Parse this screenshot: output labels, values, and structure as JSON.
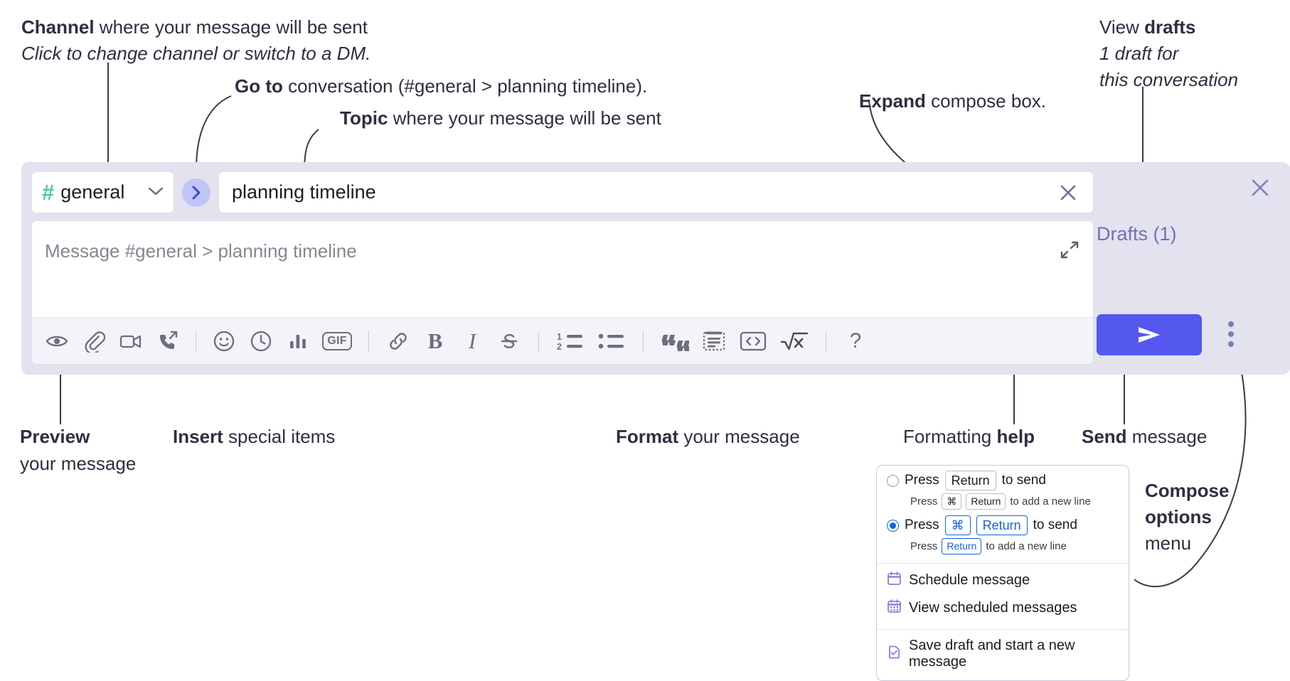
{
  "annotations": {
    "channel": {
      "bold": "Channel",
      "rest": " where your message will be sent",
      "italic": "Click to change channel or switch to a DM."
    },
    "goto": {
      "bold": "Go to",
      "rest": " conversation (#general > planning timeline)."
    },
    "topic": {
      "bold": "Topic",
      "rest": " where your message will be sent"
    },
    "expand": {
      "bold": "Expand",
      "rest": " compose box."
    },
    "drafts": {
      "reg": "View ",
      "bold": "drafts",
      "italic1": "1 draft for",
      "italic2": "this conversation"
    },
    "preview": {
      "bold": "Preview",
      "rest": "your message"
    },
    "insert": {
      "bold": "Insert",
      "rest": " special items"
    },
    "format": {
      "bold": "Format",
      "rest": " your message"
    },
    "help": {
      "reg": "Formatting ",
      "bold": "help"
    },
    "send": {
      "bold": "Send",
      "rest": " message"
    },
    "compose_options": {
      "bold1": "Compose",
      "bold2": "options",
      "reg": "menu"
    }
  },
  "compose": {
    "channel": {
      "hash": "#",
      "name": "general",
      "chevron": "chevron-down"
    },
    "goto_button": "go-to-conversation",
    "topic": {
      "value": "planning timeline",
      "clear": "close-icon"
    },
    "message": {
      "placeholder": "Message #general > planning timeline",
      "value": ""
    },
    "expand_label": "expand-compose",
    "toolbar": [
      {
        "name": "preview-icon",
        "label": "Preview"
      },
      {
        "name": "attachment-icon",
        "label": "Attach file"
      },
      {
        "name": "video-icon",
        "label": "Record video clip"
      },
      {
        "name": "huddle-icon",
        "label": "Start a huddle"
      },
      {
        "name": "separator",
        "label": ""
      },
      {
        "name": "emoji-icon",
        "label": "Emoji"
      },
      {
        "name": "clock-icon",
        "label": "Reminder"
      },
      {
        "name": "poll-icon",
        "label": "Poll"
      },
      {
        "name": "gif-icon",
        "label": "GIF"
      },
      {
        "name": "separator",
        "label": ""
      },
      {
        "name": "link-icon",
        "label": "Link"
      },
      {
        "name": "bold-icon",
        "label": "B"
      },
      {
        "name": "italic-icon",
        "label": "I"
      },
      {
        "name": "strikethrough-icon",
        "label": "Strikethrough"
      },
      {
        "name": "separator",
        "label": ""
      },
      {
        "name": "ordered-list-icon",
        "label": "Ordered list"
      },
      {
        "name": "bulleted-list-icon",
        "label": "Bulleted list"
      },
      {
        "name": "separator",
        "label": ""
      },
      {
        "name": "blockquote-icon",
        "label": "Blockquote"
      },
      {
        "name": "code-block-icon",
        "label": "Code block"
      },
      {
        "name": "code-icon",
        "label": "Code"
      },
      {
        "name": "math-icon",
        "label": "Math"
      },
      {
        "name": "separator",
        "label": ""
      },
      {
        "name": "help-icon",
        "label": "?"
      }
    ]
  },
  "panel": {
    "close": "close-icon",
    "drafts_label": "Drafts (1)",
    "send_label": "send-icon",
    "kebab_label": "compose-options"
  },
  "popup": {
    "options": [
      {
        "selected": false,
        "main": {
          "pre": "Press",
          "keys": [
            "Return"
          ],
          "post": "to send"
        },
        "sub": {
          "pre": "Press",
          "keys": [
            "⌘",
            "Return"
          ],
          "post": "to add a new line"
        }
      },
      {
        "selected": true,
        "main": {
          "pre": "Press",
          "keys": [
            "⌘",
            "Return"
          ],
          "post": "to send"
        },
        "sub": {
          "pre": "Press",
          "keys": [
            "Return"
          ],
          "post": "to add a new line"
        }
      }
    ],
    "menu": [
      {
        "icon": "calendar-icon",
        "label": "Schedule message"
      },
      {
        "icon": "calendar-grid-icon",
        "label": "View scheduled messages"
      },
      {
        "icon": "save-draft-icon",
        "label": "Save draft and start a new message"
      }
    ]
  },
  "colors": {
    "compose_bg": "#e2e3ef",
    "accent_blue": "#5458ee",
    "channel_green": "#4fce8f",
    "drafts_purple": "#6f71b8",
    "menu_icon_purple": "#8b7fe0",
    "radio_blue": "#1264e0"
  }
}
